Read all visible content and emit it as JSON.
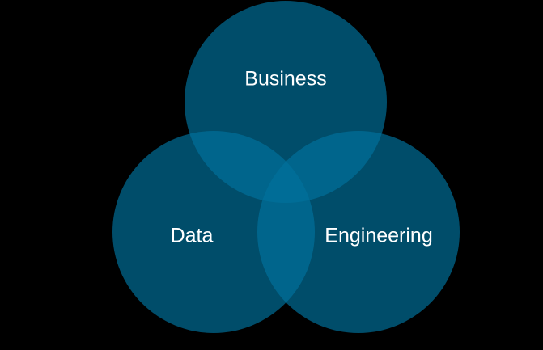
{
  "diagram": {
    "type": "venn",
    "background_color": "#000000",
    "circle_color": "#00729c",
    "label_color": "#ffffff",
    "sets": [
      {
        "id": "business",
        "label": "Business"
      },
      {
        "id": "data",
        "label": "Data"
      },
      {
        "id": "engineering",
        "label": "Engineering"
      }
    ]
  }
}
